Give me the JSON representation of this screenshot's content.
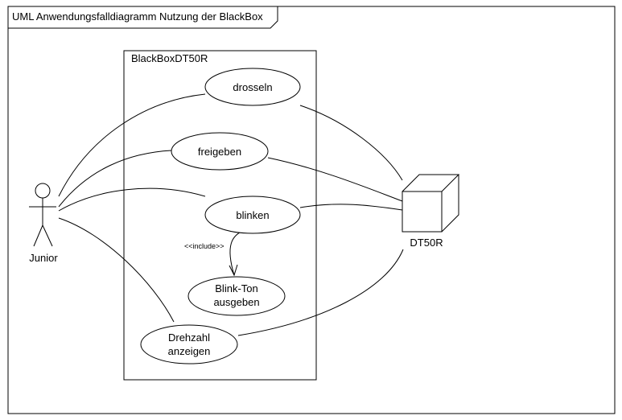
{
  "frame": {
    "title": "UML Anwendungsfalldiagramm Nutzung der BlackBox"
  },
  "system": {
    "name": "BlackBoxDT50R"
  },
  "actors": {
    "junior": "Junior",
    "dt50r": "DT50R"
  },
  "use_cases": {
    "drosseln": "drosseln",
    "freigeben": "freigeben",
    "blinken": "blinken",
    "blink_ton_line1": "Blink-Ton",
    "blink_ton_line2": "ausgeben",
    "drehzahl_line1": "Drehzahl",
    "drehzahl_line2": "anzeigen"
  },
  "relations": {
    "include_label": "<<include>>"
  }
}
